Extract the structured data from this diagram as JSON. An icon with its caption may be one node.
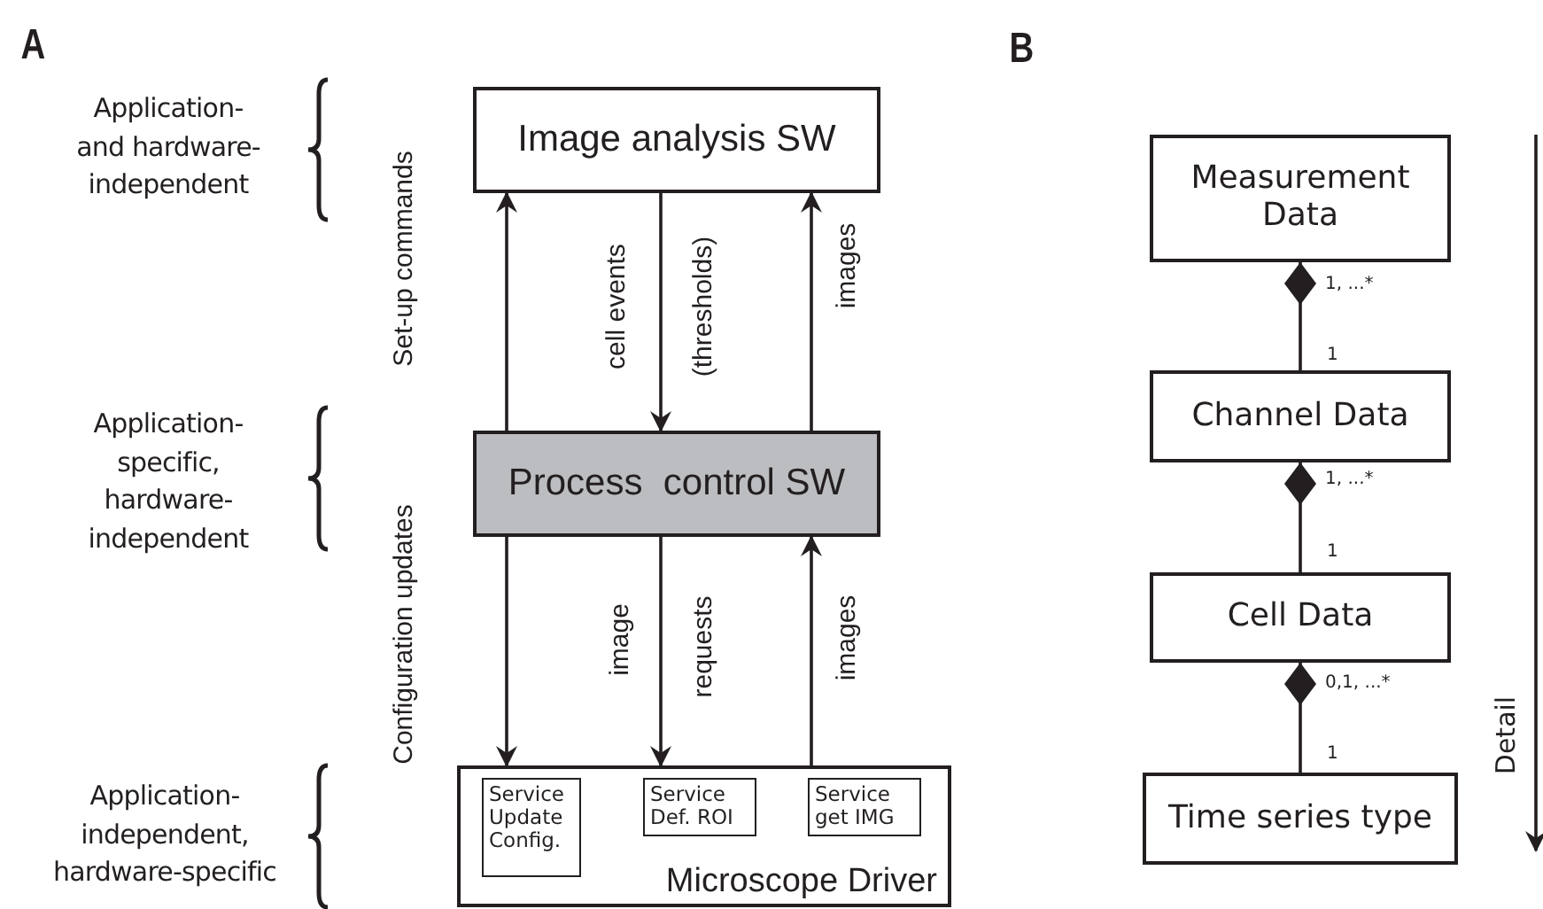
{
  "diagram": {
    "nodes": [
      {
        "text": [
          "Image analysis SW"
        ]
      },
      {
        "text": [
          "Process  control SW"
        ]
      },
      {
        "text": [
          "Microscope Driver"
        ]
      },
      {
        "text": [
          "Service Update Config."
        ],
        "in": 2
      },
      {
        "text": [
          "Service Def. ROI"
        ],
        "in": 2
      },
      {
        "text": [
          "Service get IMG"
        ],
        "in": 2
      },
      {
        "text": [
          "Measurement Data"
        ]
      },
      {
        "text": [
          "Channel Data"
        ]
      },
      {
        "text": [
          "Cell Data"
        ]
      },
      {
        "text": [
          "Time series type"
        ]
      }
    ],
    "edges": [
      {
        "from": 1,
        "to": 0,
        "arrow": "to",
        "label": "Set-up commands"
      },
      {
        "from": 0,
        "to": 1,
        "arrow": "to",
        "label": "cell events"
      },
      {
        "from": 1,
        "to": 0,
        "arrow": "to",
        "label": "images"
      },
      {
        "from": 1,
        "to": 2,
        "arrow": "to",
        "label": "Configuration updates"
      },
      {
        "from": 1,
        "to": 2,
        "arrow": "to",
        "label": "image"
      },
      {
        "from": 2,
        "to": 1,
        "arrow": "to",
        "label": "images"
      },
      {
        "from": 6,
        "to": 7,
        "arrow": "other"
      },
      {
        "from": 7,
        "to": 8,
        "arrow": "other"
      },
      {
        "from": 8,
        "to": 9,
        "arrow": "other"
      }
    ],
    "labels": [
      "A",
      "B",
      "Application- and hardware- independent",
      "(thresholds)",
      "Application- specific, hardware- independent",
      "requests",
      "Application- independent, hardware-specific",
      "1, ...*",
      "1",
      "1, ...*",
      "1",
      "0,1, ...*",
      "1",
      "Detail"
    ]
  }
}
